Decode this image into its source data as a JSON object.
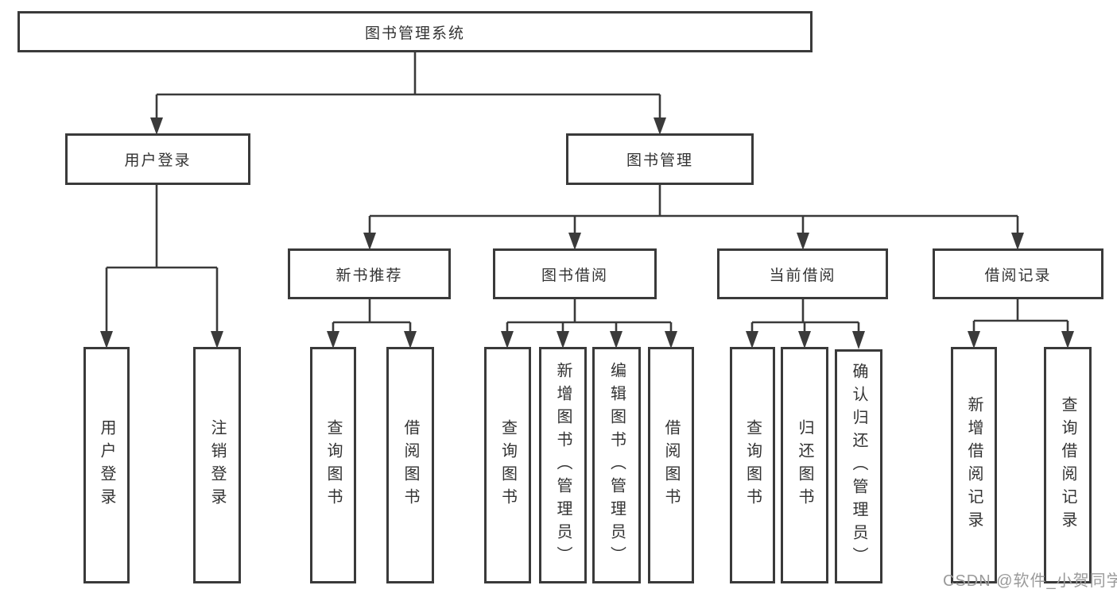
{
  "tree": {
    "label": "图书管理系统",
    "children": [
      {
        "label": "用户登录",
        "children": [
          {
            "label": "用户登录"
          },
          {
            "label": "注销登录"
          }
        ]
      },
      {
        "label": "图书管理",
        "children": [
          {
            "label": "新书推荐",
            "children": [
              {
                "label": "查询图书"
              },
              {
                "label": "借阅图书"
              }
            ]
          },
          {
            "label": "图书借阅",
            "children": [
              {
                "label": "查询图书"
              },
              {
                "label": "新增图书（管理员）"
              },
              {
                "label": "编辑图书（管理员）"
              },
              {
                "label": "借阅图书"
              }
            ]
          },
          {
            "label": "当前借阅",
            "children": [
              {
                "label": "查询图书"
              },
              {
                "label": "归还图书"
              },
              {
                "label": "确认归还（管理员）"
              }
            ]
          },
          {
            "label": "借阅记录",
            "children": [
              {
                "label": "新增借阅记录"
              },
              {
                "label": "查询借阅记录"
              }
            ]
          }
        ]
      }
    ]
  },
  "watermark": {
    "text": "CSDN @软件_小贺同学"
  },
  "colors": {
    "line": "#3a3a3a",
    "box_border": "#3a3a3a",
    "box_fill": "#ffffff",
    "text": "#333333",
    "watermark": "#9a9a9a",
    "background": "#ffffff"
  }
}
